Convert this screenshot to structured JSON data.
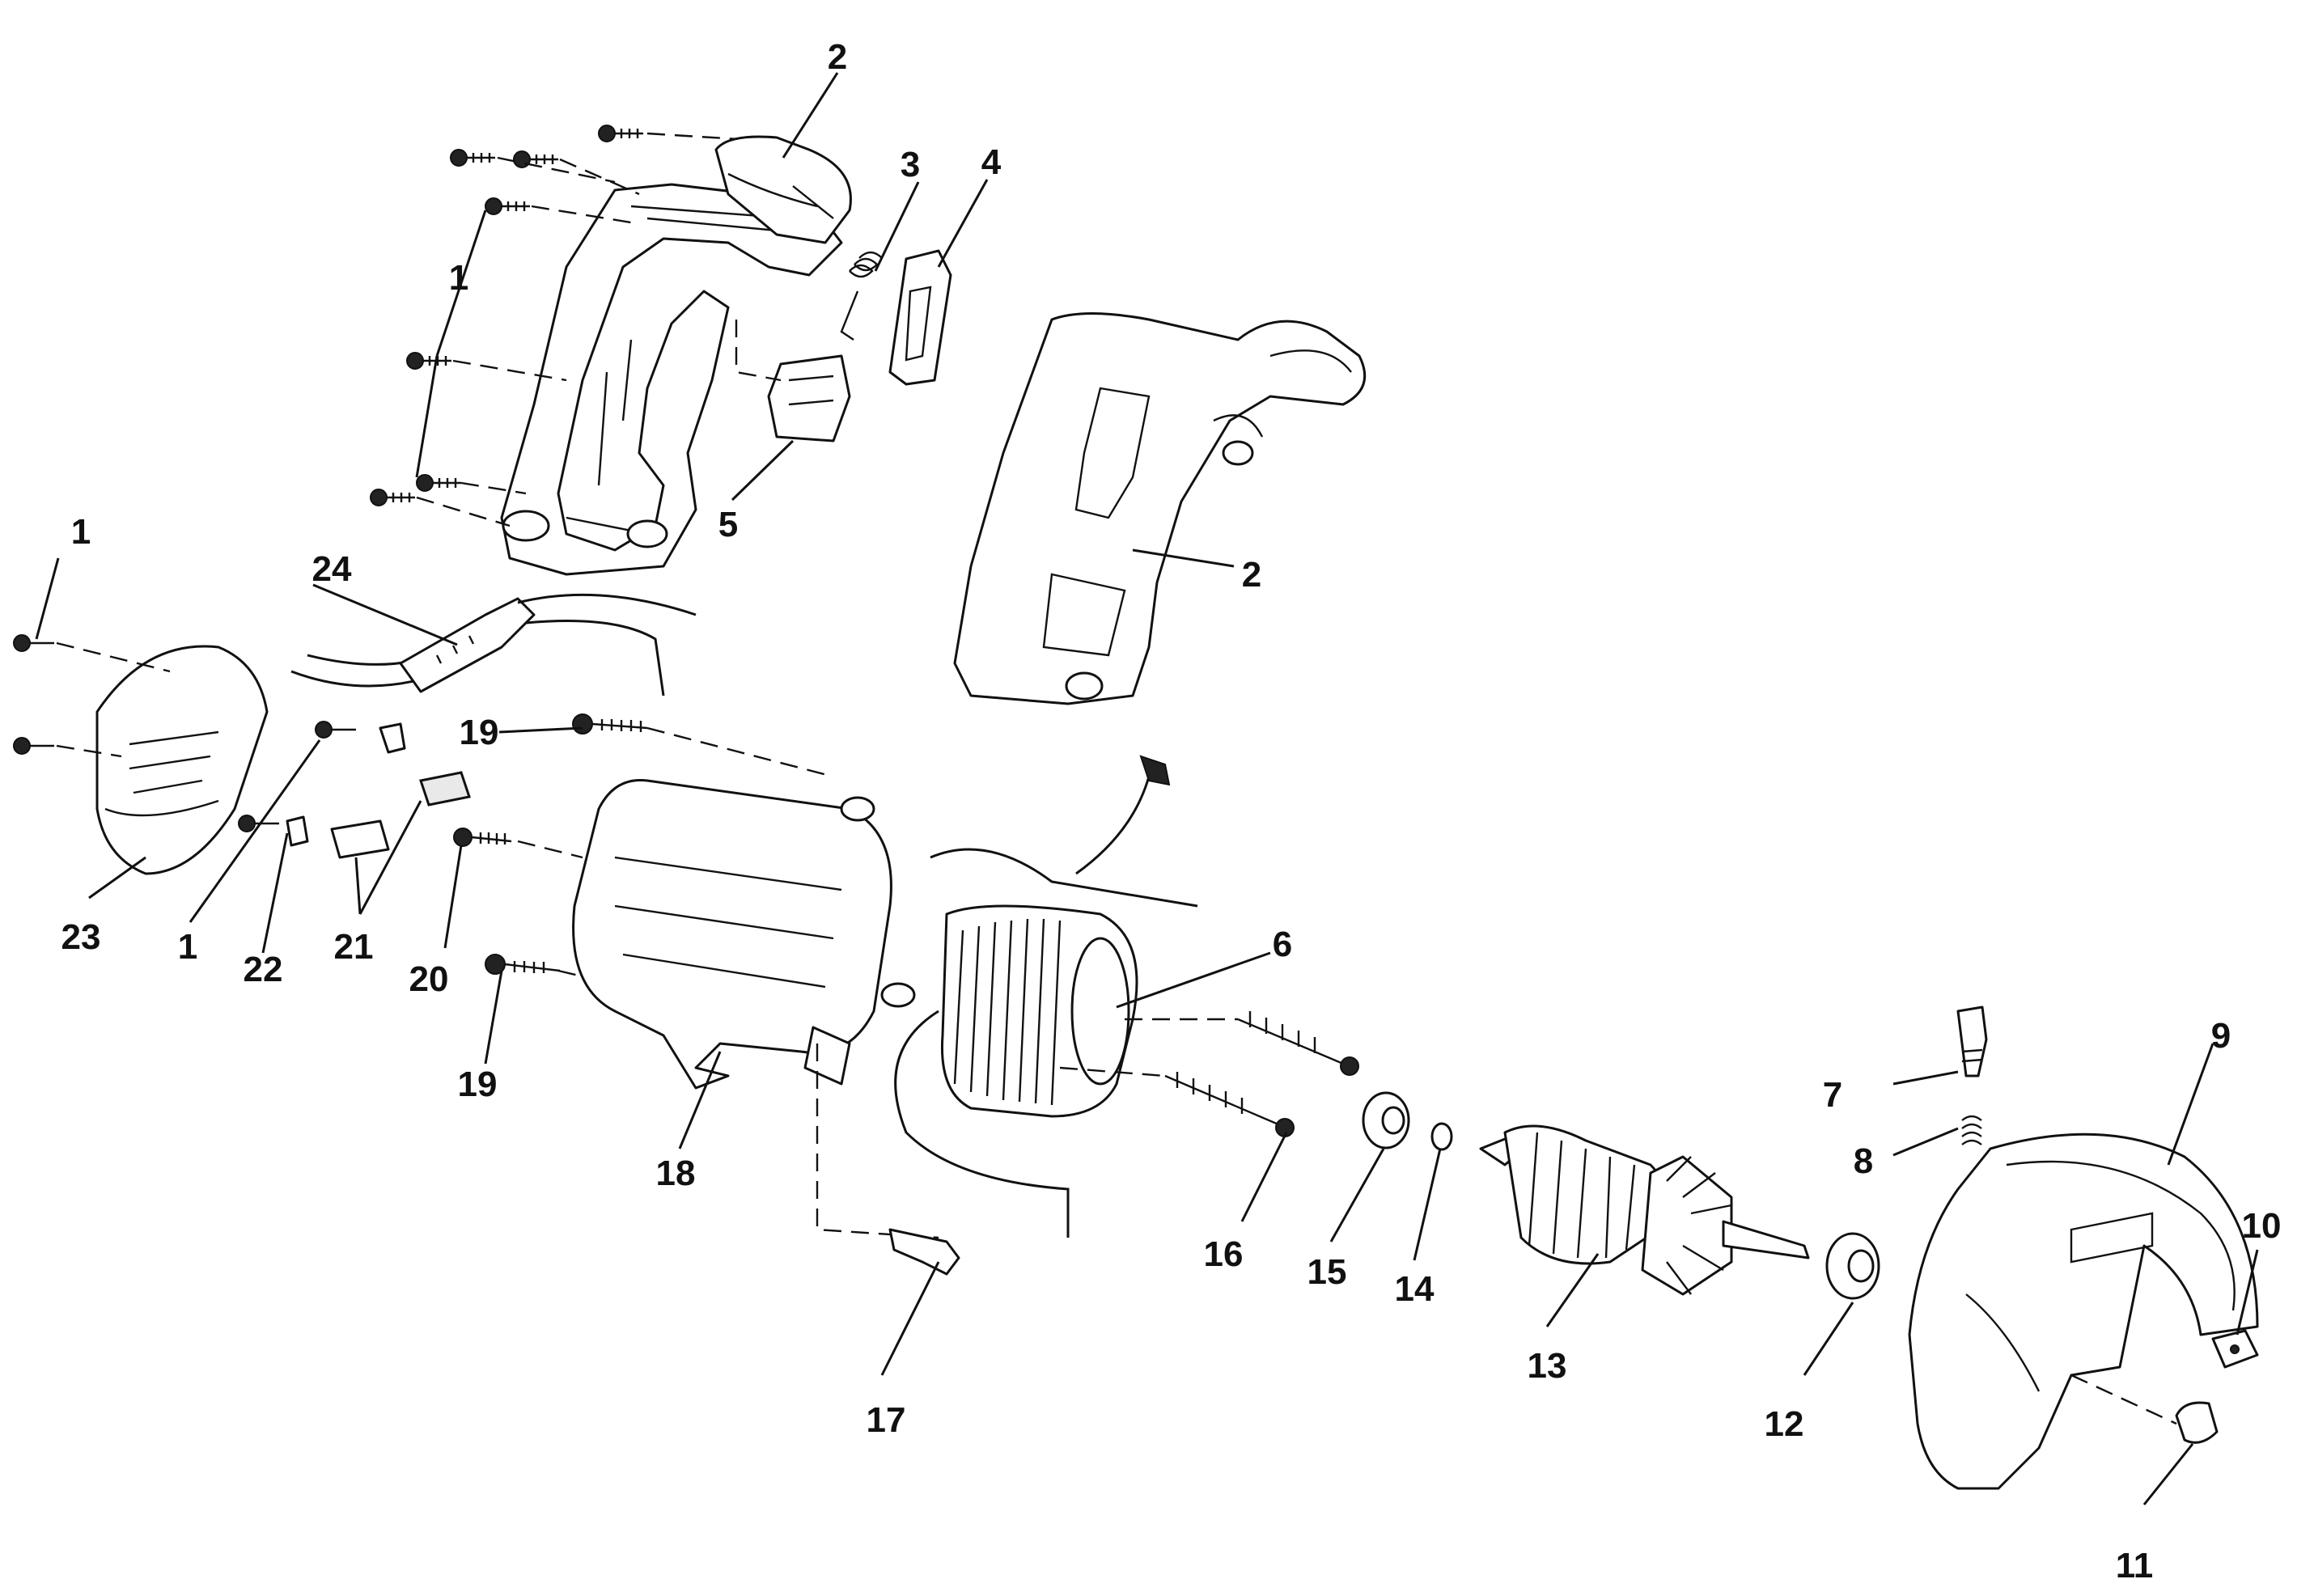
{
  "callouts": {
    "c1a": "1",
    "c1b": "1",
    "c1c": "1",
    "c2a": "2",
    "c2b": "2",
    "c3": "3",
    "c4": "4",
    "c5": "5",
    "c6": "6",
    "c7": "7",
    "c8": "8",
    "c9": "9",
    "c10": "10",
    "c11": "11",
    "c12": "12",
    "c13": "13",
    "c14": "14",
    "c15": "15",
    "c16": "16",
    "c17": "17",
    "c18": "18",
    "c19a": "19",
    "c19b": "19",
    "c20": "20",
    "c21": "21",
    "c22": "22",
    "c23": "23",
    "c24": "24"
  },
  "colors": {
    "ink": "#111111",
    "paper": "#ffffff"
  }
}
